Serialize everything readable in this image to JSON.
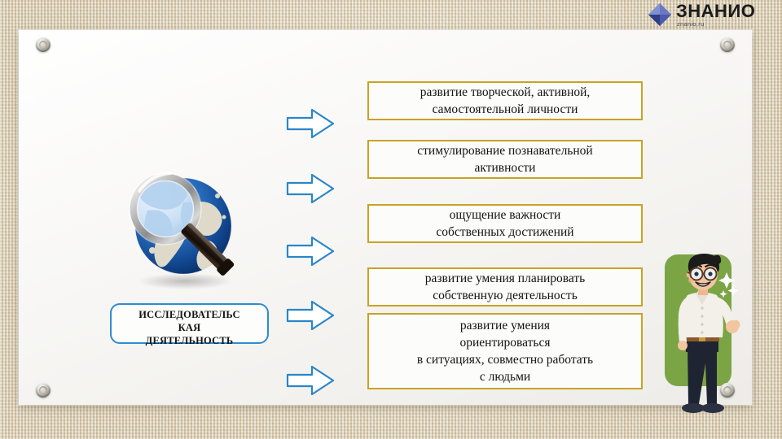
{
  "slide": {
    "background_color": "#e6dabd",
    "board_color": "#fbfbfa",
    "accent_box_border": "#c8a227",
    "accent_arrow": "#2e8ccf",
    "label_border": "#2e8ccf"
  },
  "logo": {
    "word": "ЗНАНИО",
    "url": "znanio.ru",
    "diamond_color": "#4a5bb0",
    "icon": "diamond-logo-icon"
  },
  "illustrations": {
    "globe": {
      "name": "globe-magnifier-illustration",
      "description": "Blue globe with silver magnifying glass",
      "globe_color": "#1f63b5",
      "land_color": "#d8d3c4",
      "lens_rim_color": "#9b9b9b",
      "handle_color": "#2a1d16"
    },
    "person": {
      "name": "teacher-character-illustration",
      "description": "Smiling man with glasses waving, on green rounded panel",
      "panel_color": "#7ba444",
      "shirt_color": "#f3efe9",
      "pants_color": "#1e2431",
      "hair_color": "#1b1b1b",
      "skin_color": "#f3c6a0",
      "belt_color": "#8a5a2b"
    }
  },
  "research_label": {
    "text": "ИССЛЕДОВАТЕЛЬС\nКАЯ\nДЕЯТЕЛЬНОСТЬ"
  },
  "arrows": [
    {
      "name": "arrow-to-statement-1"
    },
    {
      "name": "arrow-to-statement-2"
    },
    {
      "name": "arrow-to-statement-3"
    },
    {
      "name": "arrow-to-statement-4"
    },
    {
      "name": "arrow-to-statement-5"
    }
  ],
  "statements": [
    {
      "text": "развитие творческой, активной,\nсамостоятельной личности"
    },
    {
      "text": "стимулирование познавательной\nактивности"
    },
    {
      "text": "ощущение важности\nсобственных достижений"
    },
    {
      "text": "развитие умения планировать\nсобственную деятельность"
    },
    {
      "text": "развитие умения\nориентироваться\nв ситуациях, совместно работать\nс людьми"
    }
  ]
}
